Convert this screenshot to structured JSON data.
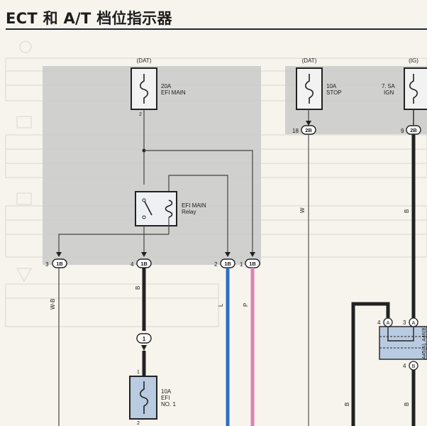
{
  "title": "ECT 和 A/T 档位指示器",
  "fuses": {
    "efi_main": {
      "source": "(DAT)",
      "rating": "20A",
      "name": "EFI MAIN",
      "pin": "2"
    },
    "stop": {
      "source": "(DAT)",
      "rating": "10A",
      "name": "STOP"
    },
    "ign": {
      "source": "(IG)",
      "rating": "7. 5A",
      "name": "IGN"
    },
    "efi_no1": {
      "rating": "10A",
      "name1": "EFI",
      "name2": "NO. 1",
      "pin_top": "1",
      "pin_bottom": "2"
    }
  },
  "relay": {
    "name1": "EFI MAIN",
    "name2": "Relay"
  },
  "connectors": {
    "c3": {
      "pin": "3",
      "code": "1B"
    },
    "c4": {
      "pin": "4",
      "code": "1B"
    },
    "c2": {
      "pin": "2",
      "code": "1B"
    },
    "c1": {
      "pin": "1",
      "code": "1B"
    },
    "c18": {
      "pin": "18",
      "code": "2B"
    },
    "c9": {
      "pin": "9",
      "code": "2B"
    },
    "junction": {
      "label": "1"
    }
  },
  "wires": {
    "wb": "W-B",
    "b_left": "B",
    "l": "L",
    "p": "P",
    "w": "W",
    "b_ign": "B",
    "b_right_low": "B",
    "b_right_low2": "B"
  },
  "component": {
    "pin_a_left": "4",
    "letter_a_left": "A",
    "pin_a_right": "3",
    "letter_a_right": "A",
    "pin_b": "4",
    "letter_b": "B",
    "code": "A45(A), A46(B)"
  },
  "colors": {
    "wire_blue": "#2f6fc4",
    "wire_pink": "#e07fb4",
    "wire_black": "#222222",
    "shade": "#c8c8c8",
    "component_fill": "#b9cbe0"
  }
}
